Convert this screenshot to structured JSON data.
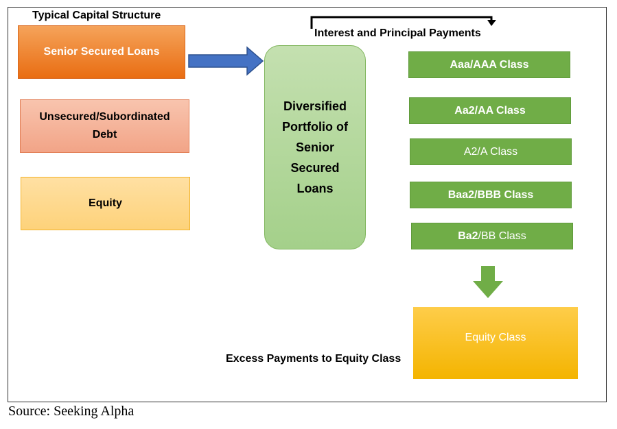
{
  "title": "Typical Capital Structure",
  "capital_structure": [
    {
      "label": "Senior Secured Loans"
    },
    {
      "label": "Unsecured/Subordinated Debt"
    },
    {
      "label": "Equity"
    }
  ],
  "portfolio_label": "Diversified Portfolio of Senior Secured Loans",
  "payments_label": "Interest and Principal Payments",
  "tranches": [
    {
      "label": "Aaa/AAA Class",
      "rating_bold": "Aaa/AAA Class",
      "rating_rest": ""
    },
    {
      "label": "Aa2/AA Class",
      "rating_bold": "Aa2/AA Class",
      "rating_rest": ""
    },
    {
      "label": "A2/A Class",
      "rating_bold": "",
      "rating_rest": "A2/A Class"
    },
    {
      "label": "Baa2/BBB Class",
      "rating_bold": "Baa2/BBB Class",
      "rating_rest": ""
    },
    {
      "label": "Ba2/BB Class",
      "rating_bold": "Ba2",
      "rating_rest": "/BB Class"
    }
  ],
  "equity_class_label": "Equity Class",
  "excess_label": "Excess Payments to Equity Class",
  "source": "Source: Seeking Alpha",
  "colors": {
    "senior": "#ed7d31",
    "unsecured": "#f4b183",
    "equity": "#ffd966",
    "portfolio": "#a9d18e",
    "tranche": "#70ad47",
    "equity_class": "#ffc000",
    "blue_arrow": "#4472c4",
    "green_arrow": "#70ad47"
  },
  "icons": [
    "right-arrow-icon",
    "down-arrow-icon",
    "bracket-arrow-icon"
  ]
}
